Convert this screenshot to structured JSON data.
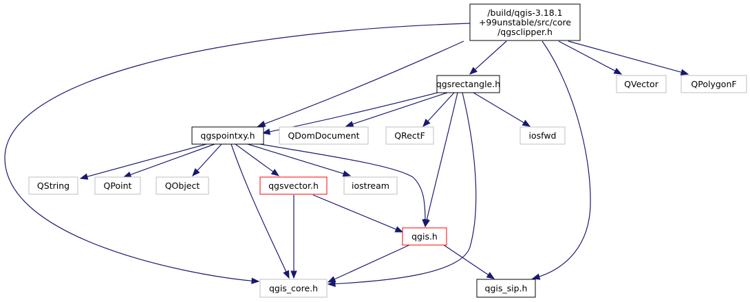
{
  "colors": {
    "edge": "#191970",
    "root_fill": "#bfbfbf",
    "border_documented": "#000000",
    "border_external": "#bfbfbf",
    "border_incomplete": "#ff0000"
  },
  "nodes": {
    "root": {
      "lines": [
        "/build/qgis-3.18.1",
        "+99unstable/src/core",
        "/qgsclipper.h"
      ],
      "style": "root"
    },
    "qgsrectangle": {
      "lines": [
        "qgsrectangle.h"
      ],
      "style": "documented"
    },
    "qvector": {
      "lines": [
        "QVector"
      ],
      "style": "external"
    },
    "qpolygonf": {
      "lines": [
        "QPolygonF"
      ],
      "style": "external"
    },
    "qgspointxy": {
      "lines": [
        "qgspointxy.h"
      ],
      "style": "documented"
    },
    "qdomdocument": {
      "lines": [
        "QDomDocument"
      ],
      "style": "external"
    },
    "qrectf": {
      "lines": [
        "QRectF"
      ],
      "style": "external"
    },
    "iosfwd": {
      "lines": [
        "iosfwd"
      ],
      "style": "external"
    },
    "qstring": {
      "lines": [
        "QString"
      ],
      "style": "external"
    },
    "qpoint": {
      "lines": [
        "QPoint"
      ],
      "style": "external"
    },
    "qobject": {
      "lines": [
        "QObject"
      ],
      "style": "external"
    },
    "qgsvector": {
      "lines": [
        "qgsvector.h"
      ],
      "style": "incomplete"
    },
    "iostream": {
      "lines": [
        "iostream"
      ],
      "style": "external"
    },
    "qgis": {
      "lines": [
        "qgis.h"
      ],
      "style": "incomplete"
    },
    "qgis_core": {
      "lines": [
        "qgis_core.h"
      ],
      "style": "external"
    },
    "qgis_sip": {
      "lines": [
        "qgis_sip.h"
      ],
      "style": "documented"
    }
  },
  "edges": [
    [
      "root",
      "qgis_core"
    ],
    [
      "root",
      "qgspointxy"
    ],
    [
      "root",
      "qgsrectangle"
    ],
    [
      "root",
      "qgis_sip"
    ],
    [
      "root",
      "qvector"
    ],
    [
      "root",
      "qpolygonf"
    ],
    [
      "qgsrectangle",
      "qgspointxy"
    ],
    [
      "qgsrectangle",
      "qdomdocument"
    ],
    [
      "qgsrectangle",
      "qrectf"
    ],
    [
      "qgsrectangle",
      "iosfwd"
    ],
    [
      "qgsrectangle",
      "qgis"
    ],
    [
      "qgsrectangle",
      "qgis_core"
    ],
    [
      "qgspointxy",
      "qstring"
    ],
    [
      "qgspointxy",
      "qpoint"
    ],
    [
      "qgspointxy",
      "qobject"
    ],
    [
      "qgspointxy",
      "qgsvector"
    ],
    [
      "qgspointxy",
      "iostream"
    ],
    [
      "qgspointxy",
      "qgis"
    ],
    [
      "qgspointxy",
      "qgis_core"
    ],
    [
      "qgsvector",
      "qgis_core"
    ],
    [
      "qgsvector",
      "qgis"
    ],
    [
      "qgis",
      "qgis_core"
    ],
    [
      "qgis",
      "qgis_sip"
    ]
  ]
}
